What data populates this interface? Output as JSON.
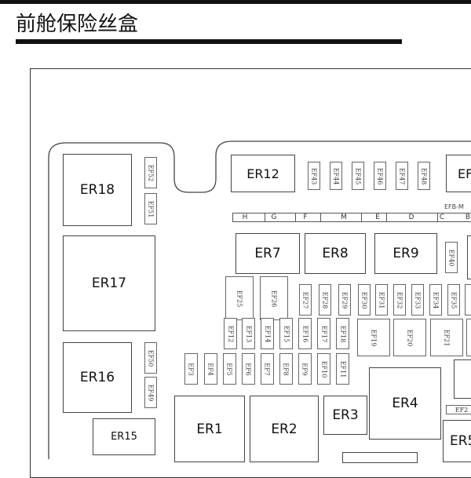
{
  "title": "前舱保险丝盒",
  "efb_label": "EFB-M",
  "slots": [
    "H",
    "G",
    "F",
    "M",
    "E",
    "D",
    "C",
    "B"
  ],
  "relays": [
    {
      "id": "er18",
      "label": "ER18"
    },
    {
      "id": "er17",
      "label": "ER17"
    },
    {
      "id": "er16",
      "label": "ER16"
    },
    {
      "id": "er15",
      "label": "ER15"
    },
    {
      "id": "er12",
      "label": "ER12"
    },
    {
      "id": "er7",
      "label": "ER7"
    },
    {
      "id": "er8",
      "label": "ER8"
    },
    {
      "id": "er9",
      "label": "ER9"
    },
    {
      "id": "er1",
      "label": "ER1"
    },
    {
      "id": "er2",
      "label": "ER2"
    },
    {
      "id": "er3",
      "label": "ER3"
    },
    {
      "id": "er4",
      "label": "ER4"
    },
    {
      "id": "er5",
      "label": "ER5"
    },
    {
      "id": "er-partial",
      "label": "EF"
    }
  ],
  "fuses": [
    "EF52",
    "EF51",
    "EF50",
    "EF49",
    "EF43",
    "EF44",
    "EF45",
    "EF46",
    "EF47",
    "EF48",
    "EF40",
    "EF25",
    "EF26",
    "EF27",
    "EF28",
    "EF29",
    "EF30",
    "EF31",
    "EF32",
    "EF33",
    "EF34",
    "EF35",
    "EF12",
    "EF13",
    "EF14",
    "EF15",
    "EF16",
    "EF17",
    "EF18",
    "EF19",
    "EF20",
    "EF21",
    "EF3",
    "EF4",
    "EF5",
    "EF6",
    "EF7",
    "EF8",
    "EF9",
    "EF10",
    "EF11",
    "EF2"
  ]
}
